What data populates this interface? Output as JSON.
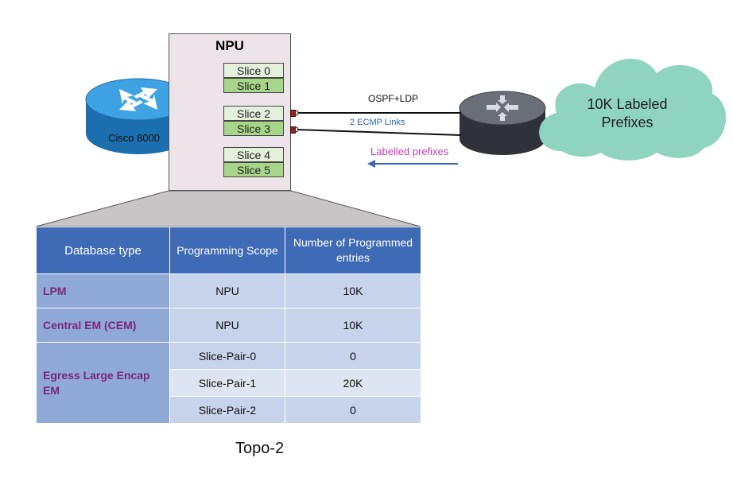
{
  "npu": {
    "title": "NPU",
    "slices": [
      "Slice 0",
      "Slice 1",
      "Slice 2",
      "Slice 3",
      "Slice 4",
      "Slice 5"
    ]
  },
  "router_left": {
    "label": "Cisco 8000"
  },
  "links": {
    "protocol": "OSPF+LDP",
    "ecmp": "2 ECMP Links",
    "prefixes_arrow": "Labelled prefixes"
  },
  "cloud": {
    "line1": "10K Labeled",
    "line2": "Prefixes"
  },
  "colors": {
    "router_left": "#2b8fd1",
    "router_right": "#4a4f57",
    "cloud": "#8fd3c1",
    "table_header": "#3f6ab5",
    "category_text": "#7a2876",
    "ecmp_text": "#2a5fbf",
    "prefix_text": "#c93bb4"
  },
  "table": {
    "headers": [
      "Database type",
      "Programming Scope",
      "Number of Programmed entries"
    ],
    "rows": [
      {
        "db": "LPM",
        "scope": "NPU",
        "entries": "10K"
      },
      {
        "db": "Central EM (CEM)",
        "scope": "NPU",
        "entries": "10K"
      }
    ],
    "egress": {
      "db": "Egress Large Encap EM",
      "rows": [
        {
          "scope": "Slice-Pair-0",
          "entries": "0"
        },
        {
          "scope": "Slice-Pair-1",
          "entries": "20K"
        },
        {
          "scope": "Slice-Pair-2",
          "entries": "0"
        }
      ]
    }
  },
  "caption": "Topo-2"
}
